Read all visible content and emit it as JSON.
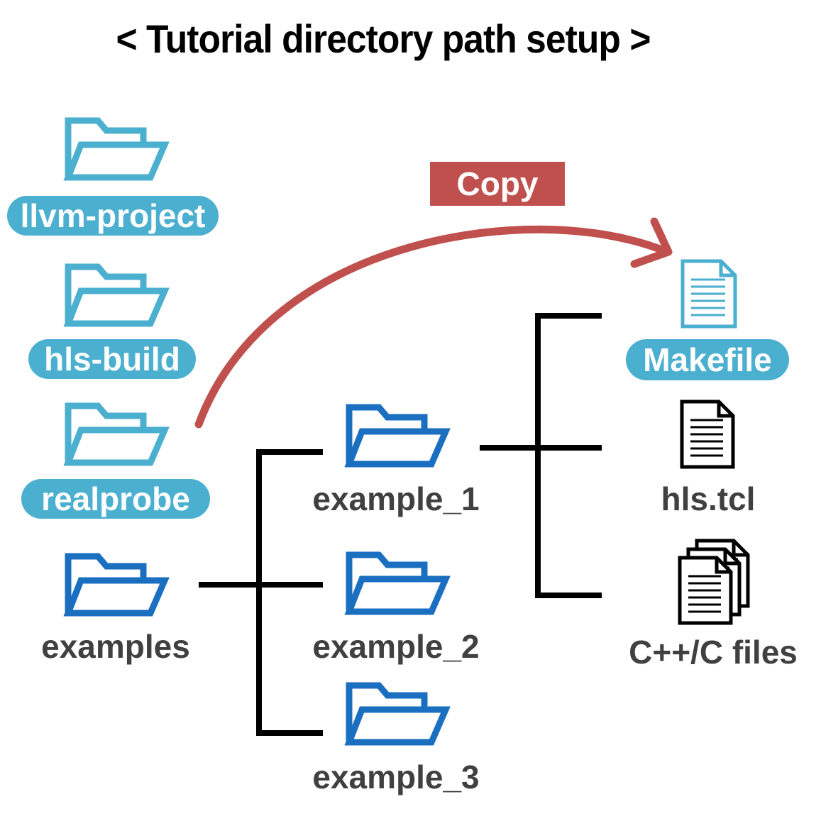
{
  "title": "< Tutorial directory path setup >",
  "copy_label": "Copy",
  "folders": {
    "llvm_project": "llvm-project",
    "hls_build": "hls-build",
    "realprobe": "realprobe",
    "examples": "examples",
    "example_1": "example_1",
    "example_2": "example_2",
    "example_3": "example_3"
  },
  "files": {
    "makefile": "Makefile",
    "hls_tcl": "hls.tcl",
    "cpp_files": "C++/C files"
  },
  "colors": {
    "light_folder": "#4bafcf",
    "dark_folder": "#1a6fc0",
    "copy": "#c0504d",
    "tree": "#000000",
    "label_text": "#404040"
  }
}
